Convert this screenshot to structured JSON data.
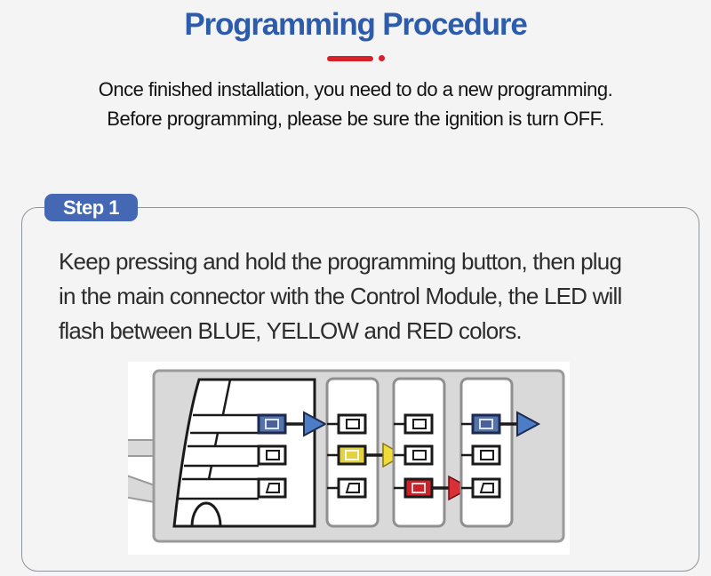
{
  "header": {
    "title": "Programming Procedure",
    "intro_lines": [
      "Once finished installation, you need to do a new programming.",
      "Before programming, please be sure the ignition is turn OFF."
    ]
  },
  "step1": {
    "label": "Step 1",
    "body_lines": [
      "Keep pressing and hold the programming button, then plug",
      "in the main connector with the Control Module, the LED will",
      "flash between BLUE, YELLOW and RED colors."
    ]
  },
  "illustration": {
    "description": "Main connector plugged into the Control Module; LED flashes between BLUE, YELLOW and RED",
    "led_sequence": [
      "BLUE",
      "YELLOW",
      "RED"
    ],
    "colors": {
      "panel_gray": "#d9d9d9",
      "panel_border": "#9a9a9a",
      "slot_border": "#8f8f8f",
      "outline": "#1a1a1a",
      "blue": "#5473ab",
      "blue_inner": "#49629e",
      "blue_arrow": "#4d7ec5",
      "yellow": "#e5d144",
      "yellow_arrow": "#f1db3b",
      "red": "#cc2129",
      "red_arrow": "#d92f36",
      "white": "#ffffff"
    }
  },
  "theme": {
    "page_bg": "#f4f4f5",
    "title_blue": "#2c5cab",
    "accent_red": "#d4212a",
    "badge_blue": "#4568b5",
    "card_border": "#8f9499",
    "body_text": "#2c2c2c"
  }
}
